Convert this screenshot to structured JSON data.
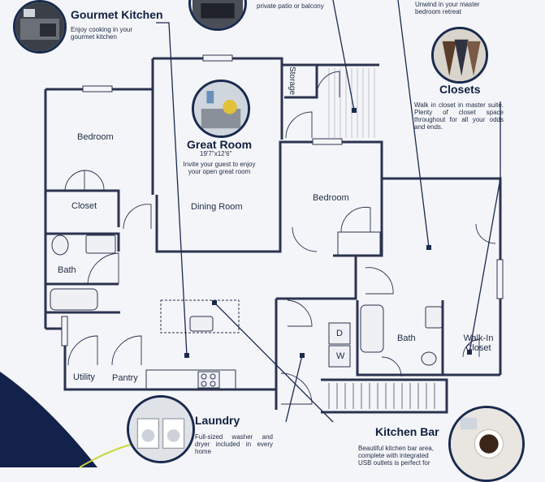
{
  "callouts": {
    "gourmet_kitchen": {
      "title": "Gourmet Kitchen",
      "desc": "Enjoy cooking in your gourmet kitchen"
    },
    "patio": {
      "desc": "private patio or balcony"
    },
    "master": {
      "desc": "Unwind in your master bedroom retreat"
    },
    "closets": {
      "title": "Closets",
      "desc": "Walk in closet in master suite. Plenty of closet space throughout for all your odds and ends."
    },
    "great_room": {
      "title": "Great Room",
      "size": "19'7\"x12'6\"",
      "desc": "Invite your guest to enjoy your open great room"
    },
    "laundry": {
      "title": "Laundry",
      "desc": "Full-sized washer and dryer included in every home"
    },
    "kitchen_bar": {
      "title": "Kitchen Bar",
      "desc": "Beautiful kitchen bar area, complete with integrated USB outlets is perfect for"
    }
  },
  "rooms": {
    "bedroom_left": "Bedroom",
    "closet_left": "Closet",
    "bath_left": "Bath",
    "dining_room": "Dining Room",
    "bedroom_right": "Bedroom",
    "storage": "Storage",
    "utility": "Utility",
    "pantry": "Pantry",
    "bath_right": "Bath",
    "walk_in_closet": "Walk-In Closet",
    "dryer_mark": "D",
    "washer_mark": "W"
  },
  "colors": {
    "navy": "#1a2a4e",
    "walls": "#2b3350",
    "accent": "#c8d63a"
  }
}
